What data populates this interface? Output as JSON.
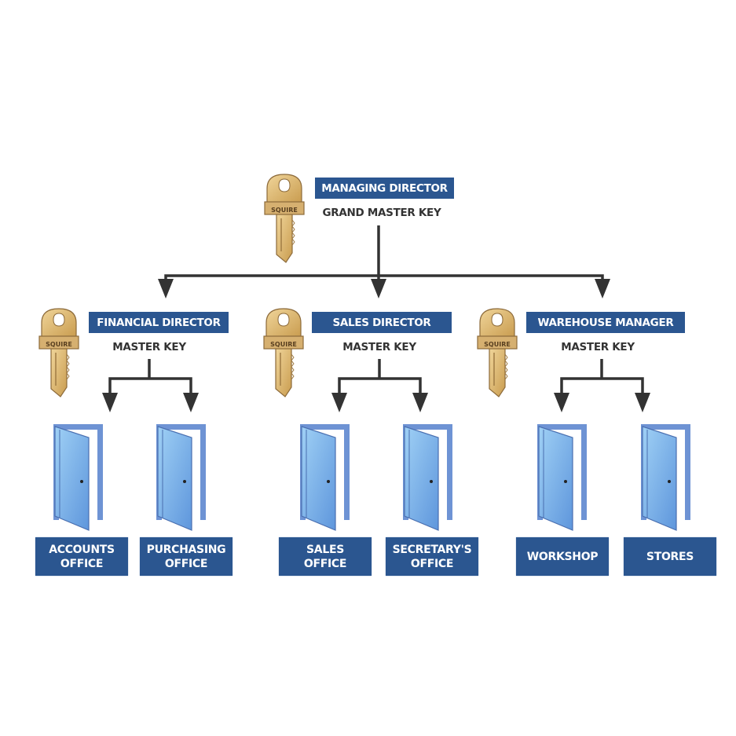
{
  "diagram": {
    "title": "Master key system hierarchy",
    "key_brand": "SQUIRE",
    "colors": {
      "label_bg": "#2b5690",
      "label_text": "#ffffff",
      "key_text": "#333333",
      "connector": "#333333",
      "key_fill": "#dcb76c",
      "door_fill": "#79aee6",
      "door_frame": "#6a8fd0"
    },
    "root": {
      "role": "MANAGING DIRECTOR",
      "key": "GRAND MASTER KEY"
    },
    "branches": [
      {
        "role": "FINANCIAL DIRECTOR",
        "key": "MASTER KEY",
        "offices": [
          {
            "line1": "ACCOUNTS",
            "line2": "OFFICE"
          },
          {
            "line1": "PURCHASING",
            "line2": "OFFICE"
          }
        ]
      },
      {
        "role": "SALES DIRECTOR",
        "key": "MASTER KEY",
        "offices": [
          {
            "line1": "SALES",
            "line2": "OFFICE"
          },
          {
            "line1": "SECRETARY'S",
            "line2": "OFFICE"
          }
        ]
      },
      {
        "role": "WAREHOUSE MANAGER",
        "key": "MASTER KEY",
        "offices": [
          {
            "line1": "WORKSHOP",
            "line2": ""
          },
          {
            "line1": "STORES",
            "line2": ""
          }
        ]
      }
    ]
  }
}
